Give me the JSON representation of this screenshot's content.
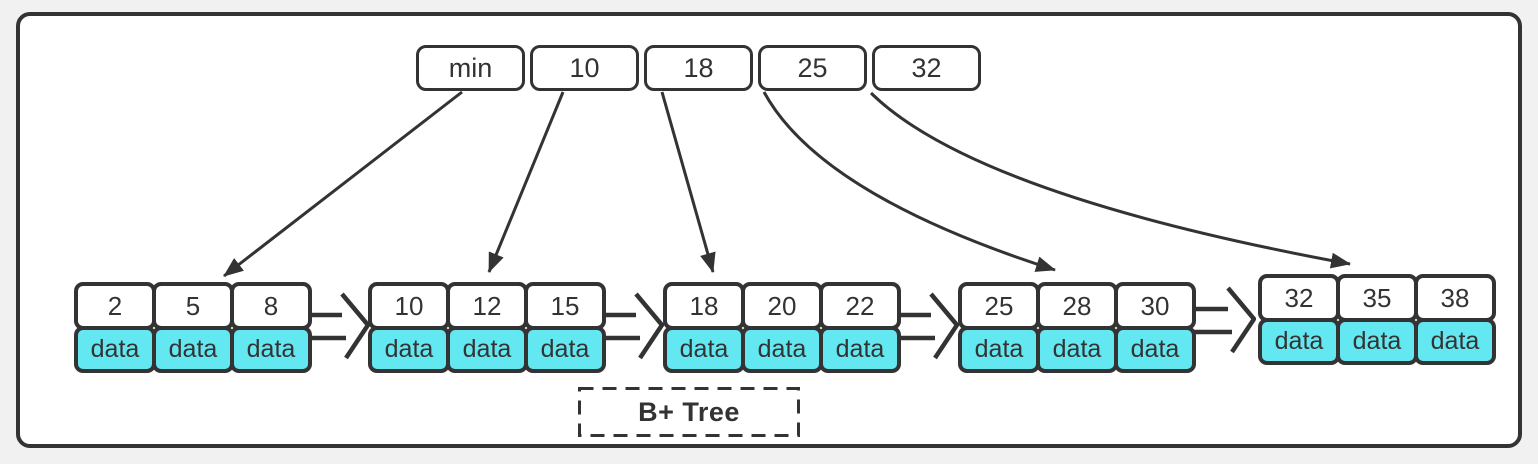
{
  "label": {
    "text": "B+ Tree"
  },
  "root": {
    "keys": [
      "min",
      "10",
      "18",
      "25",
      "32"
    ]
  },
  "leaves": [
    {
      "keys": [
        "2",
        "5",
        "8"
      ],
      "data": [
        "data",
        "data",
        "data"
      ]
    },
    {
      "keys": [
        "10",
        "12",
        "15"
      ],
      "data": [
        "data",
        "data",
        "data"
      ]
    },
    {
      "keys": [
        "18",
        "20",
        "22"
      ],
      "data": [
        "data",
        "data",
        "data"
      ]
    },
    {
      "keys": [
        "25",
        "28",
        "30"
      ],
      "data": [
        "data",
        "data",
        "data"
      ]
    },
    {
      "keys": [
        "32",
        "35",
        "38"
      ],
      "data": [
        "data",
        "data",
        "data"
      ]
    }
  ],
  "colors": {
    "data_cell_fill": "#63e7f1",
    "node_border": "#333333",
    "arrow": "#333333",
    "frame_border": "#333333",
    "page_background": "#f1f1f1",
    "canvas_background": "#ffffff"
  }
}
